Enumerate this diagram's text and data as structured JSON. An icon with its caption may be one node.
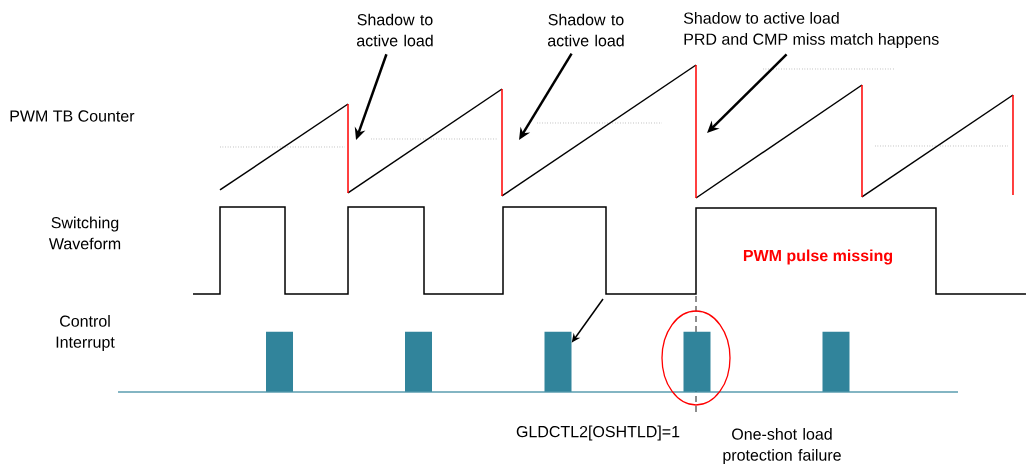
{
  "diagram": {
    "nodes": [
      {
        "text": [
          "Shadow to active load"
        ]
      },
      {
        "text": [
          "Shadow to active load"
        ]
      },
      {
        "text": [
          "Shadow to active load",
          "PRD and CMP miss match happens"
        ]
      },
      {
        "text": [],
        "shape": "bar"
      },
      {
        "text": [],
        "shape": "bar"
      },
      {
        "text": [],
        "shape": "bar"
      },
      {
        "text": [],
        "shape": "bar"
      },
      {
        "text": [],
        "shape": "bar"
      }
    ],
    "edges": [
      {
        "from": 0,
        "to": null,
        "arrow": "to"
      },
      {
        "from": 1,
        "to": null,
        "arrow": "to"
      },
      {
        "from": 2,
        "to": null,
        "arrow": "to"
      },
      {
        "from": null,
        "to": 5,
        "arrow": "to"
      }
    ],
    "labels": [
      "PWM TB Counter",
      "Switching Waveform",
      "PWM pulse missing",
      "Control Interrupt",
      "GLDCTL2[OSHTLD]=1",
      "One-shot load protection failure"
    ]
  }
}
